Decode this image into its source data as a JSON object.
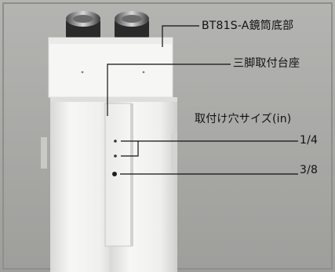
{
  "labels": {
    "base": "BT81S-A鏡筒底部",
    "mount": "三脚取付台座",
    "hole_size": "取付け穴サイズ(in)",
    "quarter": "1/4",
    "three_eighths": "3/8"
  },
  "colors": {
    "background": "#a9a9a7",
    "body": "#f4f4f2",
    "text": "#111111",
    "leader_line": "#111111"
  }
}
